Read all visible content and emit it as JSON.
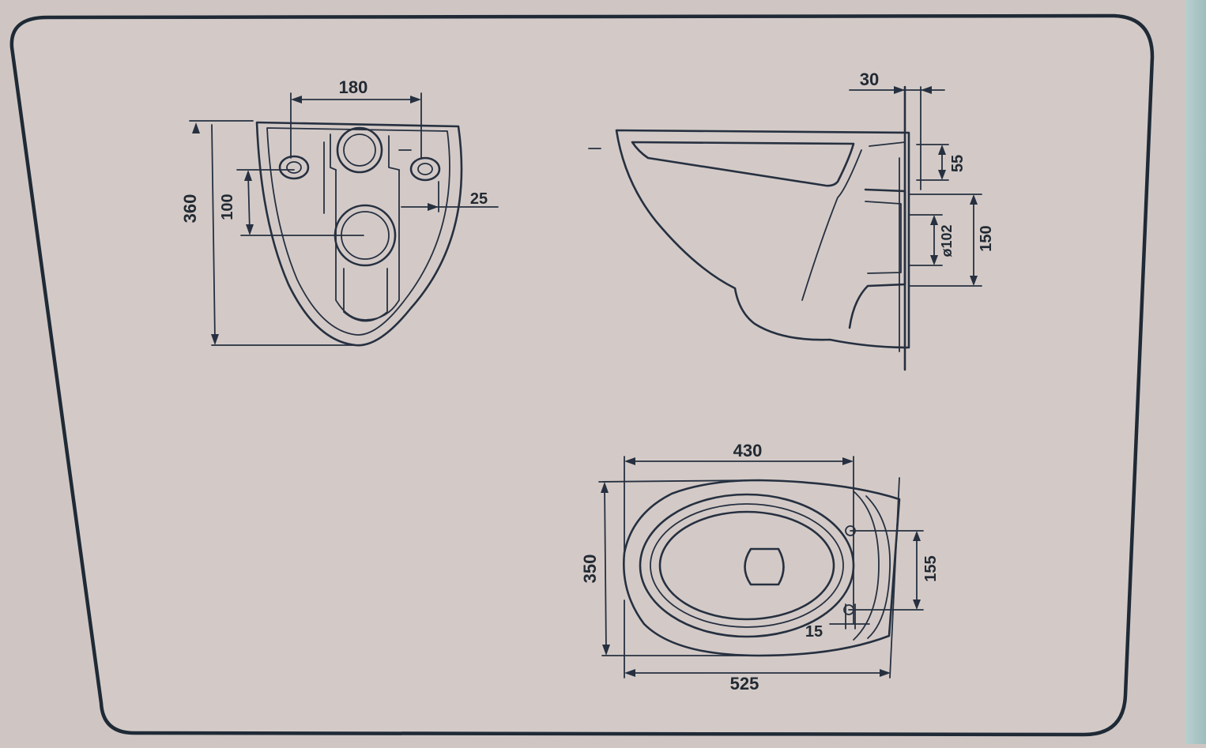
{
  "front_view": {
    "dim_width": "180",
    "dim_height": "360",
    "dim_hole_offset": "100",
    "dim_wall": "25"
  },
  "side_view": {
    "dim_top": "30",
    "dim_inlet": "55",
    "dim_outlet_diameter": "ø102",
    "dim_outlet_height": "150"
  },
  "top_view": {
    "dim_width_inner": "430",
    "dim_width_total": "525",
    "dim_depth": "350",
    "dim_fixing_spacing": "155",
    "dim_fixing_offset": "15"
  },
  "colors": {
    "paper": "#d3cac7",
    "ink": "#263040"
  }
}
